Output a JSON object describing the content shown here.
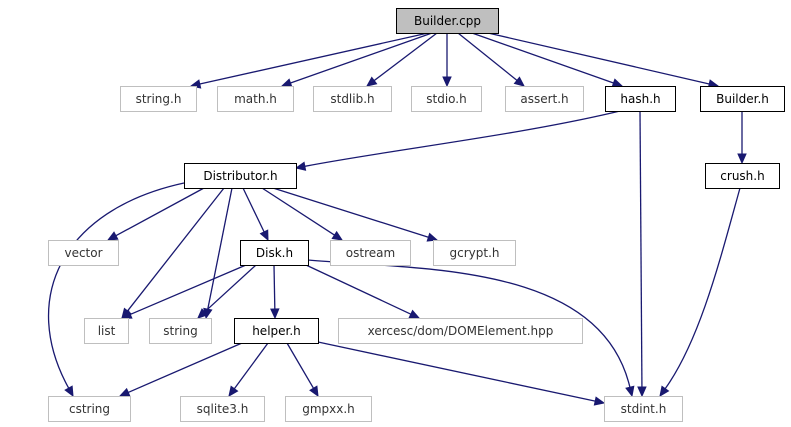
{
  "colors": {
    "edge": "#191970",
    "root_fill": "#bfbfbf",
    "node_fill": "#ffffff",
    "documented_border": "#000000",
    "external_border": "#bfbfbf",
    "documented_text": "#000000",
    "external_text": "#333333"
  },
  "nodes": [
    {
      "id": "builder_cpp",
      "label": "Builder.cpp",
      "kind": "root"
    },
    {
      "id": "string_h",
      "label": "string.h",
      "kind": "external"
    },
    {
      "id": "math_h",
      "label": "math.h",
      "kind": "external"
    },
    {
      "id": "stdlib_h",
      "label": "stdlib.h",
      "kind": "external"
    },
    {
      "id": "stdio_h",
      "label": "stdio.h",
      "kind": "external"
    },
    {
      "id": "assert_h",
      "label": "assert.h",
      "kind": "external"
    },
    {
      "id": "hash_h",
      "label": "hash.h",
      "kind": "documented"
    },
    {
      "id": "builder_h",
      "label": "Builder.h",
      "kind": "documented"
    },
    {
      "id": "distributor_h",
      "label": "Distributor.h",
      "kind": "documented"
    },
    {
      "id": "crush_h",
      "label": "crush.h",
      "kind": "documented"
    },
    {
      "id": "vector",
      "label": "vector",
      "kind": "external"
    },
    {
      "id": "disk_h",
      "label": "Disk.h",
      "kind": "documented"
    },
    {
      "id": "ostream",
      "label": "ostream",
      "kind": "external"
    },
    {
      "id": "gcrypt_h",
      "label": "gcrypt.h",
      "kind": "external"
    },
    {
      "id": "list",
      "label": "list",
      "kind": "external"
    },
    {
      "id": "string",
      "label": "string",
      "kind": "external"
    },
    {
      "id": "helper_h",
      "label": "helper.h",
      "kind": "documented"
    },
    {
      "id": "xercesc",
      "label": "xercesc/dom/DOMElement.hpp",
      "kind": "external"
    },
    {
      "id": "cstring",
      "label": "cstring",
      "kind": "external"
    },
    {
      "id": "sqlite3_h",
      "label": "sqlite3.h",
      "kind": "external"
    },
    {
      "id": "gmpxx_h",
      "label": "gmpxx.h",
      "kind": "external"
    },
    {
      "id": "stdint_h",
      "label": "stdint.h",
      "kind": "external"
    }
  ],
  "edges": [
    {
      "from": "builder_cpp",
      "to": "string_h"
    },
    {
      "from": "builder_cpp",
      "to": "math_h"
    },
    {
      "from": "builder_cpp",
      "to": "stdlib_h"
    },
    {
      "from": "builder_cpp",
      "to": "stdio_h"
    },
    {
      "from": "builder_cpp",
      "to": "assert_h"
    },
    {
      "from": "builder_cpp",
      "to": "hash_h"
    },
    {
      "from": "builder_cpp",
      "to": "builder_h"
    },
    {
      "from": "hash_h",
      "to": "distributor_h"
    },
    {
      "from": "hash_h",
      "to": "stdint_h"
    },
    {
      "from": "builder_h",
      "to": "crush_h"
    },
    {
      "from": "crush_h",
      "to": "stdint_h"
    },
    {
      "from": "distributor_h",
      "to": "vector"
    },
    {
      "from": "distributor_h",
      "to": "list"
    },
    {
      "from": "distributor_h",
      "to": "string"
    },
    {
      "from": "distributor_h",
      "to": "disk_h"
    },
    {
      "from": "distributor_h",
      "to": "ostream"
    },
    {
      "from": "distributor_h",
      "to": "gcrypt_h"
    },
    {
      "from": "distributor_h",
      "to": "cstring"
    },
    {
      "from": "disk_h",
      "to": "list"
    },
    {
      "from": "disk_h",
      "to": "string"
    },
    {
      "from": "disk_h",
      "to": "helper_h"
    },
    {
      "from": "disk_h",
      "to": "xercesc"
    },
    {
      "from": "disk_h",
      "to": "stdint_h"
    },
    {
      "from": "helper_h",
      "to": "cstring"
    },
    {
      "from": "helper_h",
      "to": "sqlite3_h"
    },
    {
      "from": "helper_h",
      "to": "gmpxx_h"
    },
    {
      "from": "helper_h",
      "to": "stdint_h"
    }
  ]
}
